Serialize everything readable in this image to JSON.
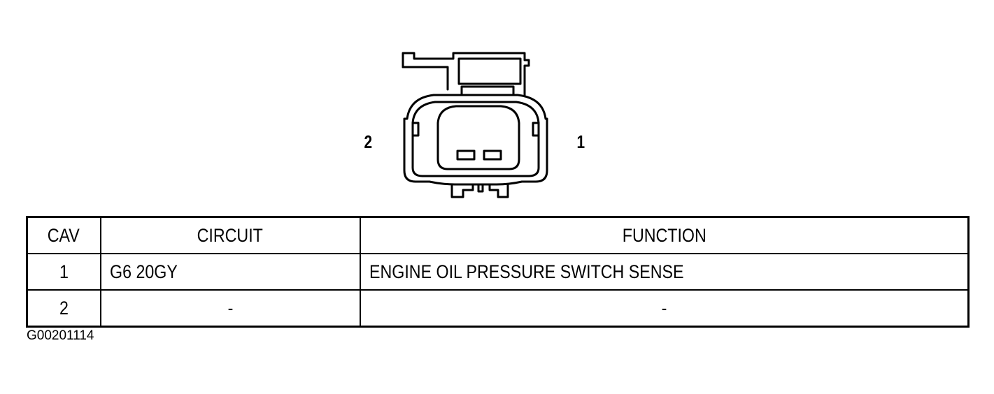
{
  "connector": {
    "pin_labels": [
      "2",
      "1"
    ]
  },
  "table": {
    "headers": [
      "CAV",
      "CIRCUIT",
      "FUNCTION"
    ],
    "rows": [
      {
        "cav": "1",
        "circuit": "G6 20GY",
        "function": "ENGINE OIL PRESSURE SWITCH SENSE"
      },
      {
        "cav": "2",
        "circuit": "-",
        "function": "-"
      }
    ]
  },
  "figure_id": "G00201114"
}
